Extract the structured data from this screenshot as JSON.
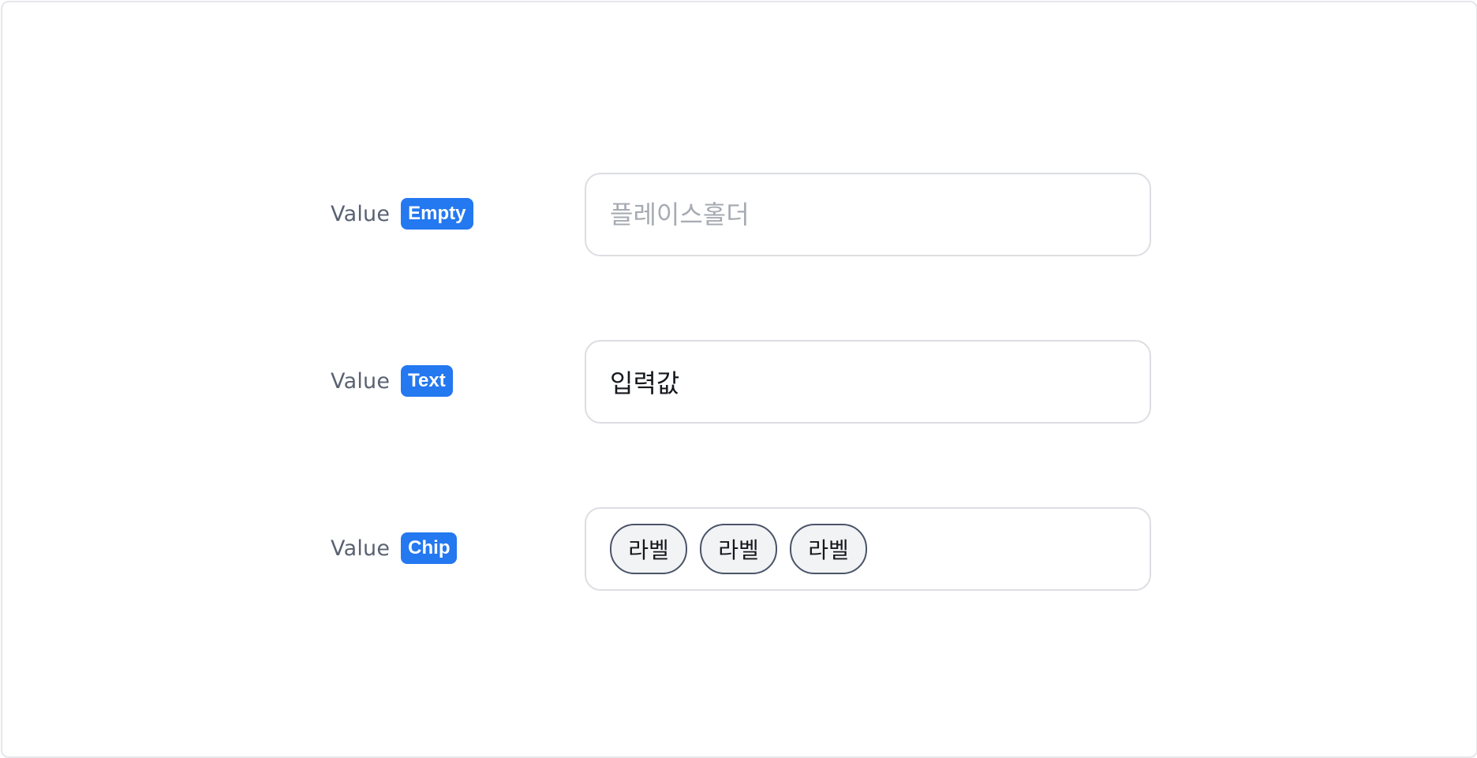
{
  "rows": [
    {
      "label": "Value",
      "badge": "Empty",
      "field": {
        "placeholder": "플레이스홀더",
        "value": ""
      }
    },
    {
      "label": "Value",
      "badge": "Text",
      "field": {
        "value": "입력값"
      }
    },
    {
      "label": "Value",
      "badge": "Chip",
      "field": {
        "chips": [
          "라벨",
          "라벨",
          "라벨"
        ]
      }
    }
  ],
  "colors": {
    "badge_background": "#2478f0",
    "badge_text": "#ffffff",
    "field_border": "#dcdee2",
    "chip_border": "#4a5468",
    "chip_background": "#f2f3f5",
    "placeholder": "#a6abb3"
  }
}
